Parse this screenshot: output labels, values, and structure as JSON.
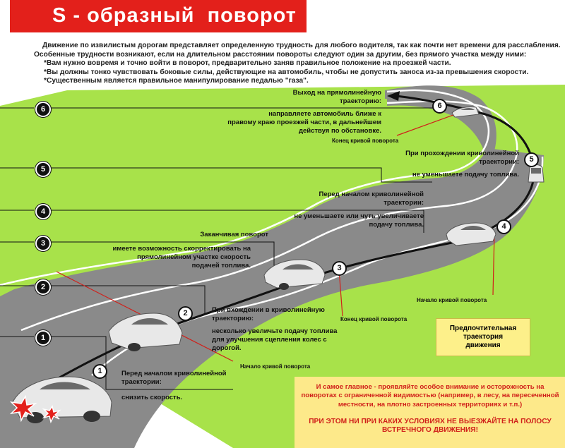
{
  "title": "S - образный  поворот",
  "intro": [
    "Движение по извилистым дорогам представляет определенную трудность для любого водителя, так как почти нет времени для расслабления.",
    "Особенные трудности возникают, если на длительном расстоянии повороты следуют один за другим, без прямого участка между ними:",
    "*Вам нужно вовремя и точно войти в поворот, предварительно заняв правильное положение на проезжей части.",
    "*Вы должны тонко чувствовать боковые силы, действующие на автомобиль, чтобы не допустить заноса из-за превышения скорости.",
    "*Существенным является правильное манипулирование педалью \"газа\"."
  ],
  "steps": [
    {
      "number": "6",
      "heading": "Выход на прямолинейную\nтраекторию:",
      "action": "направляете автомобиль ближе к\nправому краю проезжей части, в дальнейшем\nдействуя по обстановке."
    },
    {
      "number": "5",
      "heading": "При прохождении криволинейной\nтраектории:",
      "action": "не уменьшаете подачу топлива."
    },
    {
      "number": "4",
      "heading": "Перед началом криволинейной\nтраектории:",
      "action": "не уменьшаете или чуть увеличиваете\nподачу топлива."
    },
    {
      "number": "3",
      "heading": "Заканчивая поворот",
      "action": "имеете возможность скорректировать на\nпрямолинейном участке скорость\nподачей топлива."
    },
    {
      "number": "2",
      "heading": "При вхождении в криволинейную\nтраекторию:",
      "action": "несколько увеличьте подачу топлива\nдля улучшения сцепления колес с\nдорогой."
    },
    {
      "number": "1",
      "heading": "Перед началом криволинейной\nтраектории:",
      "action": "снизить скорость."
    }
  ],
  "markers": {
    "end_curve_top": "Конец кривой поворота",
    "start_curve_right": "Начало кривой поворота",
    "end_curve_mid": "Конец кривой поворота",
    "start_curve_bottom": "Начало кривой поворота"
  },
  "legend": {
    "trajectory": "Предпочтительная\nтраектория\nдвижения"
  },
  "warning": {
    "main": "И самое главное - проявляйте особое внимание и осторожность на поворотах с ограниченной видимостью (например, в лесу, на пересеченной местности, на плотно застроенных территориях и т.п.)",
    "caps": "ПРИ ЭТОМ НИ ПРИ КАКИХ УСЛОВИЯХ НЕ ВЫЕЗЖАЙТЕ НА ПОЛОСУ ВСТРЕЧНОГО ДВИЖЕНИЯ!"
  },
  "colors": {
    "banner": "#e3201b",
    "grass": "#a8e24a",
    "road": "#8a8a8a",
    "marker_lines": "#d0201a",
    "legend_box": "#fdf08a",
    "warning_box": "#fde98a"
  }
}
